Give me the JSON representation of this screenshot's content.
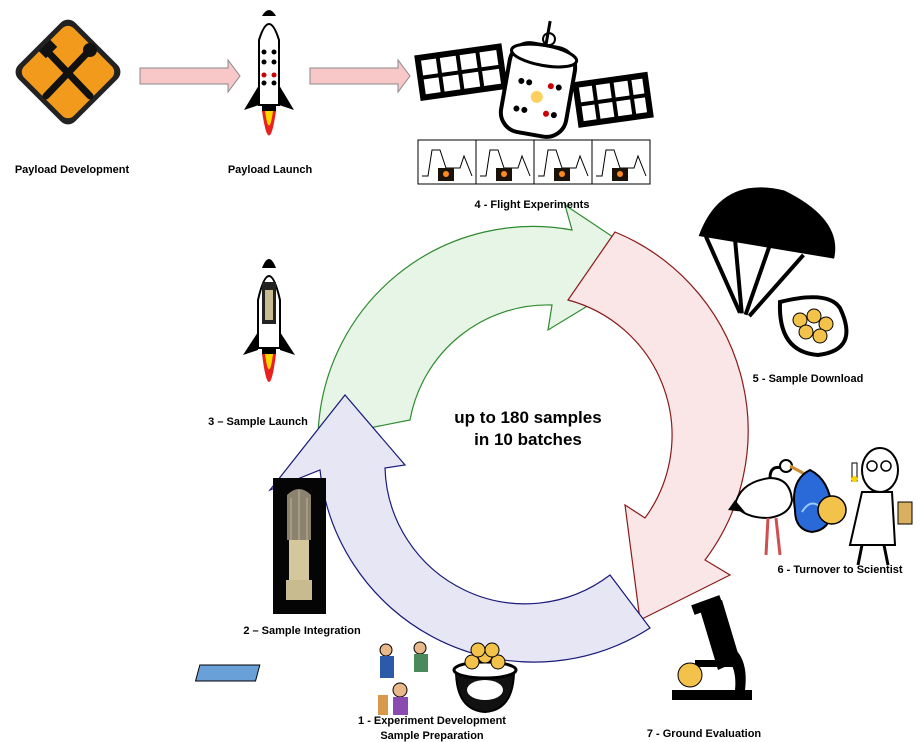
{
  "center_text": {
    "line1": "up to 180 samples",
    "line2": "in 10 batches"
  },
  "labels": {
    "payload_development": "Payload Development",
    "payload_launch": "Payload Launch",
    "flight_experiments": "4 - Flight Experiments",
    "sample_download": "5 - Sample Download",
    "sample_launch": "3 – Sample Launch",
    "turnover": "6 - Turnover to Scientist",
    "sample_integration": "2 – Sample Integration",
    "experiment_dev_line1": "1 - Experiment Development",
    "experiment_dev_line2": "Sample Preparation",
    "ground_evaluation": "7 - Ground Evaluation"
  },
  "colors": {
    "arrow_green": "#2e8b2e",
    "arrow_red": "#8b1a1a",
    "arrow_blue": "#1a1a7a",
    "arrow_fill_green": "#e6f5e6",
    "arrow_fill_red": "#fae6e6",
    "arrow_fill_blue": "#e6e6f5",
    "top_arrow_fill": "#f8c8c8",
    "tool_sign": "#f29a1c"
  }
}
